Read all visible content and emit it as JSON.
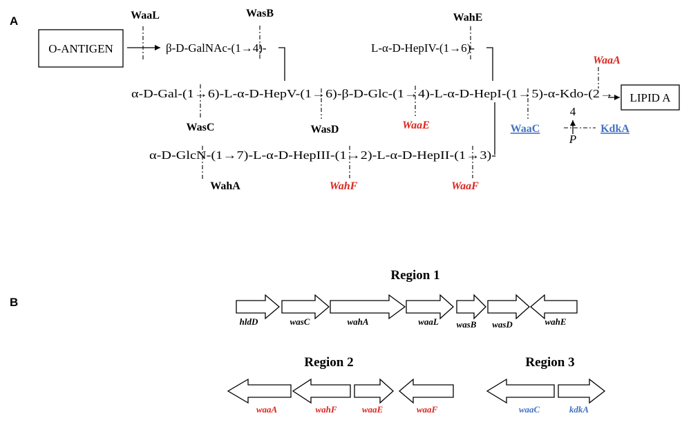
{
  "panels": {
    "a": "A",
    "b": "B"
  },
  "boxes": {
    "o_antigen": "O-ANTIGEN",
    "lipid_a": "LIPID A"
  },
  "chain": {
    "galnac": "β-D-GalNAc-(1→4)-",
    "hepiv": "L-α-D-HepIV-(1→6)-",
    "main": "α-D-Gal-(1→6)-L-α-D-HepV-(1→6)-β-D-Glc-(1→4)-L-α-D-HepI-(1→5)-α-Kdo-(2→",
    "lower": "α-D-GlcN-(1→7)-L-α-D-HepIII-(1→2)-L-α-D-HepII-(1→3)-",
    "kdo_position": "4",
    "phosphate": "P"
  },
  "enzymes": {
    "WaaL": "WaaL",
    "WasB": "WasB",
    "WahE": "WahE",
    "WaaA": "WaaA",
    "WasC": "WasC",
    "WasD": "WasD",
    "WaaE": "WaaE",
    "WaaC": "WaaC",
    "KdkA": "KdkA",
    "WahA": "WahA",
    "WahF": "WahF",
    "WaaF": "WaaF"
  },
  "regions": {
    "r1": {
      "title": "Region 1",
      "genes": [
        "hldD",
        "wasC",
        "wahA",
        "waaL",
        "wasB",
        "wasD",
        "wahE"
      ]
    },
    "r2": {
      "title": "Region 2",
      "genes": [
        "waaA",
        "wahF",
        "waaE",
        "waaF"
      ]
    },
    "r3": {
      "title": "Region 3",
      "genes": [
        "waaC",
        "kdkA"
      ]
    }
  },
  "colors": {
    "black": "#000000",
    "red": "#d9271e",
    "blue": "#4472c4"
  }
}
